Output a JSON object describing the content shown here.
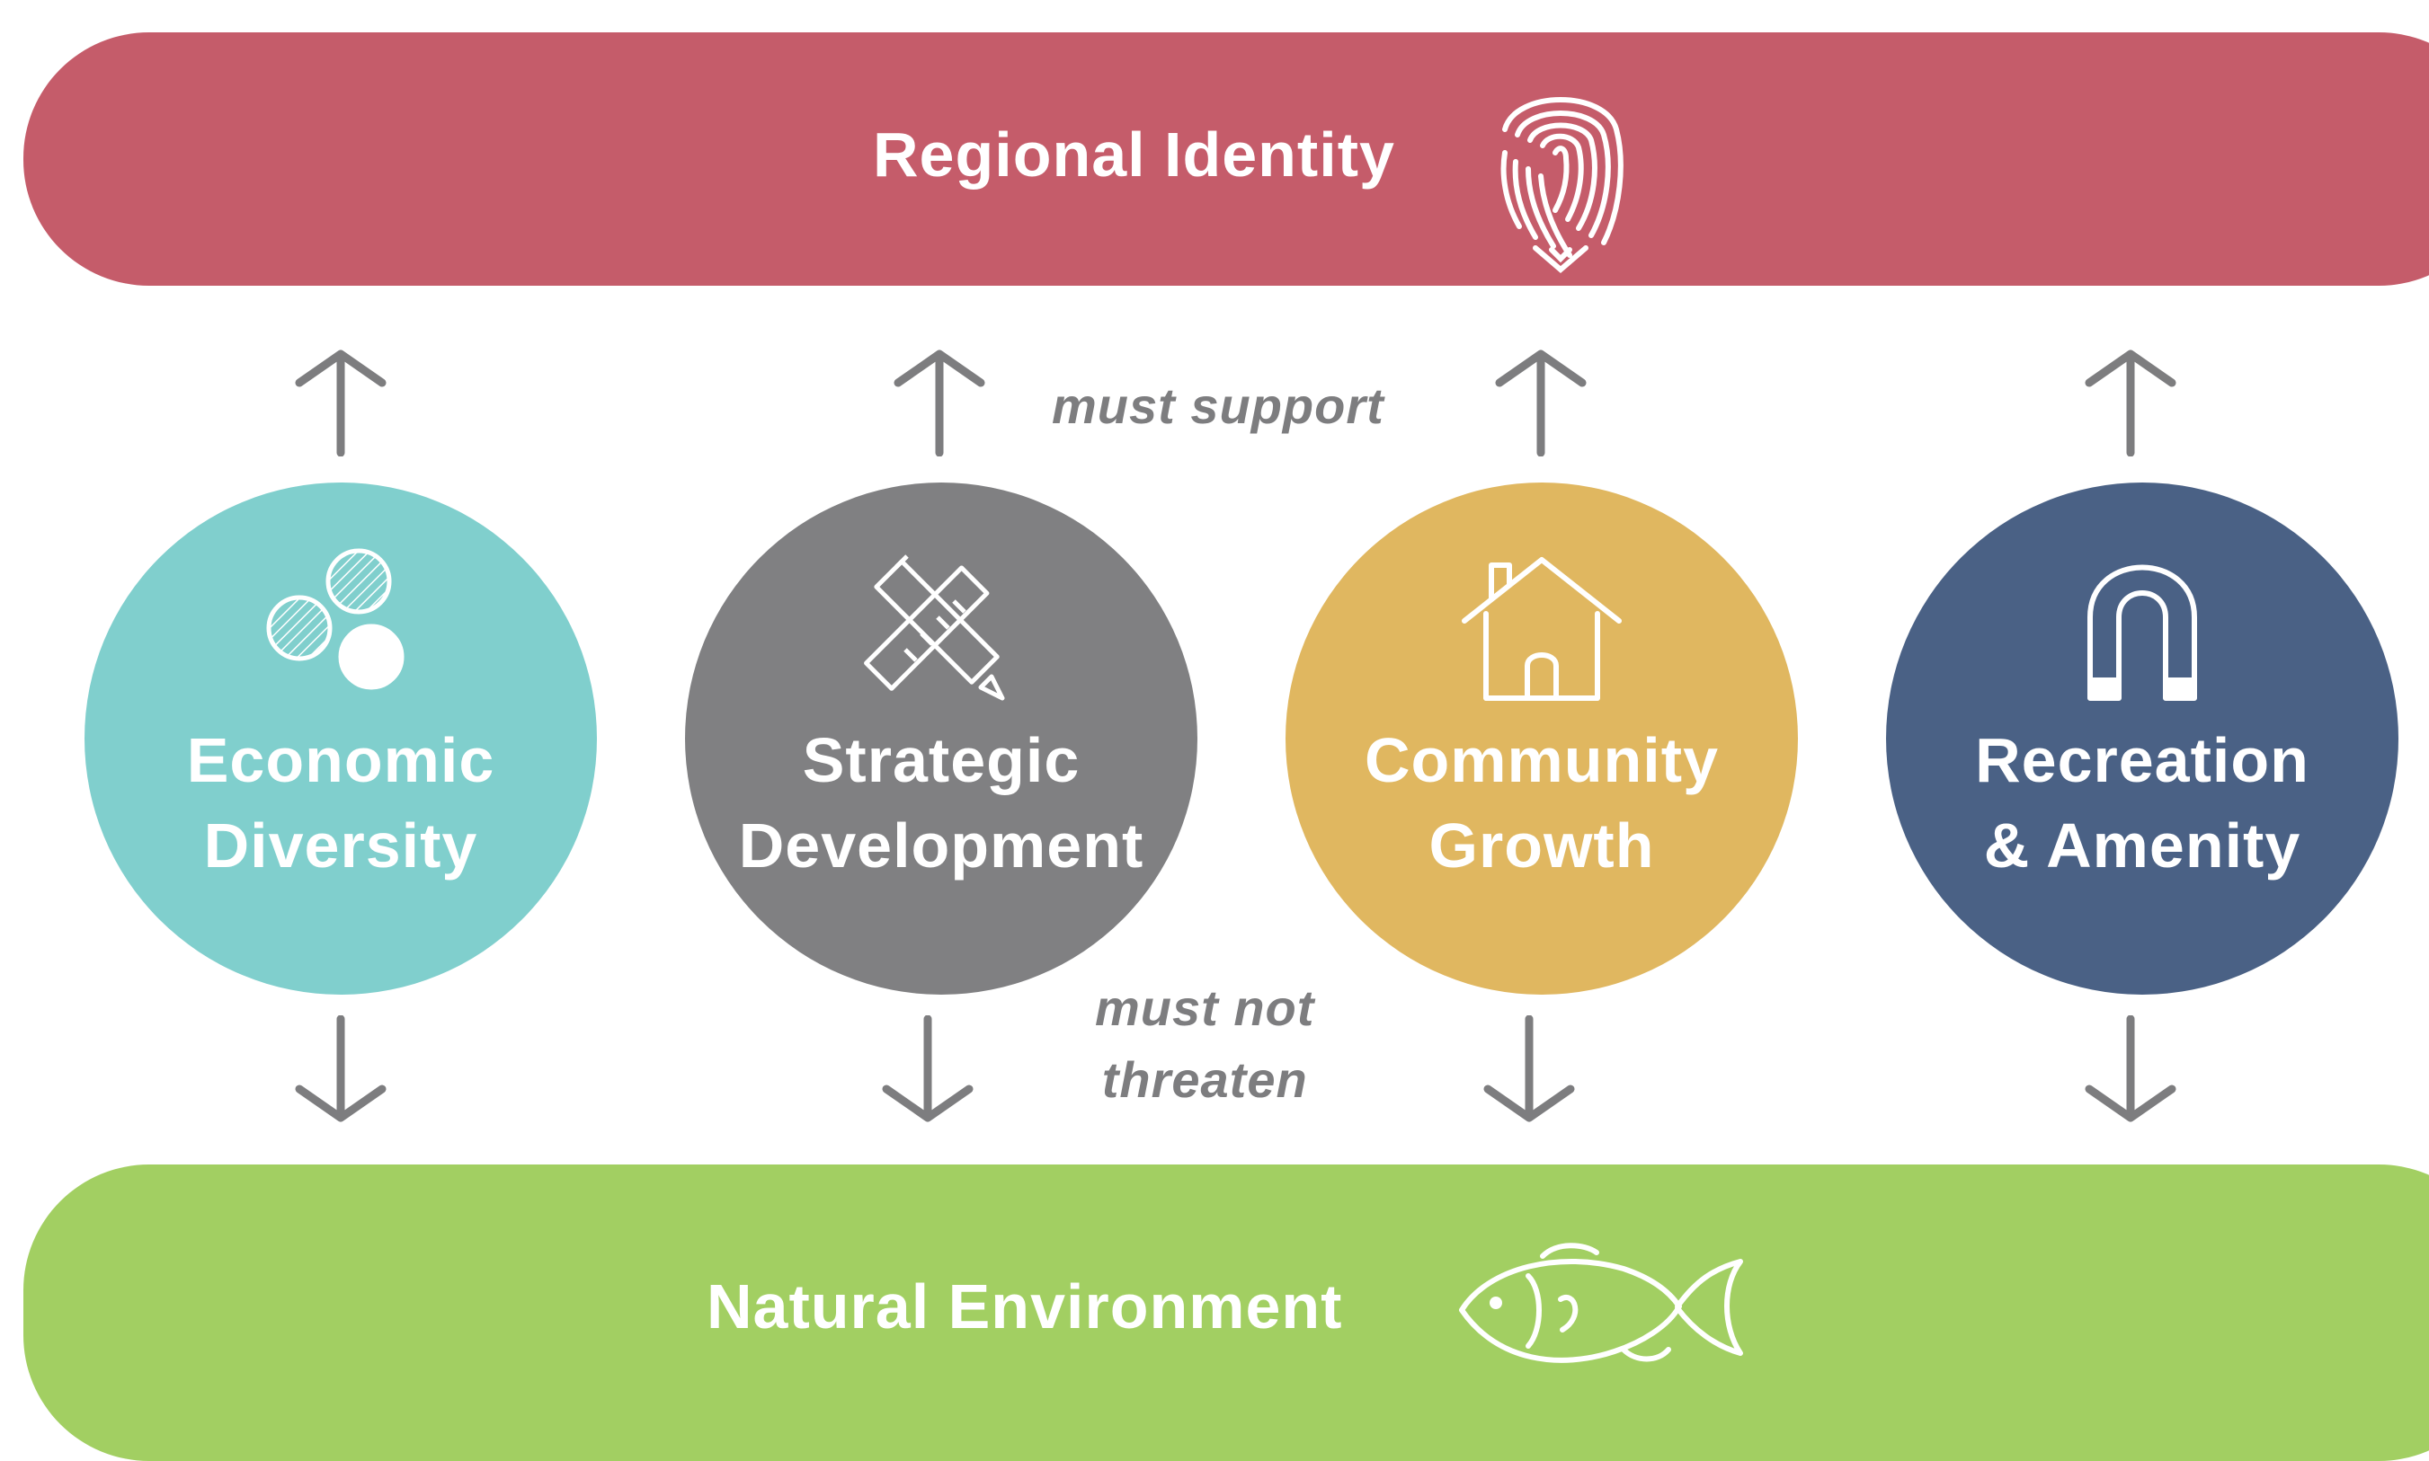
{
  "top_band": {
    "label": "Regional Identity",
    "icon": "fingerprint-icon",
    "color": "#c55c6a"
  },
  "bottom_band": {
    "label": "Natural Environment",
    "icon": "fish-icon",
    "color": "#a2cf62"
  },
  "pillars": [
    {
      "line1": "Economic",
      "line2": "Diversity",
      "icon": "coins-icon",
      "color": "#80cfcd"
    },
    {
      "line1": "Strategic",
      "line2": "Development",
      "icon": "ruler-pencil-icon",
      "color": "#808082"
    },
    {
      "line1": "Community",
      "line2": "Growth",
      "icon": "house-icon",
      "color": "#e0b760"
    },
    {
      "line1": "Recreation",
      "line2": "& Amenity",
      "icon": "magnet-icon",
      "color": "#4a6185"
    }
  ],
  "notes": {
    "support": "must support",
    "threaten_line1": "must not",
    "threaten_line2": "threaten"
  },
  "arrow_color": "#7d7d7f"
}
